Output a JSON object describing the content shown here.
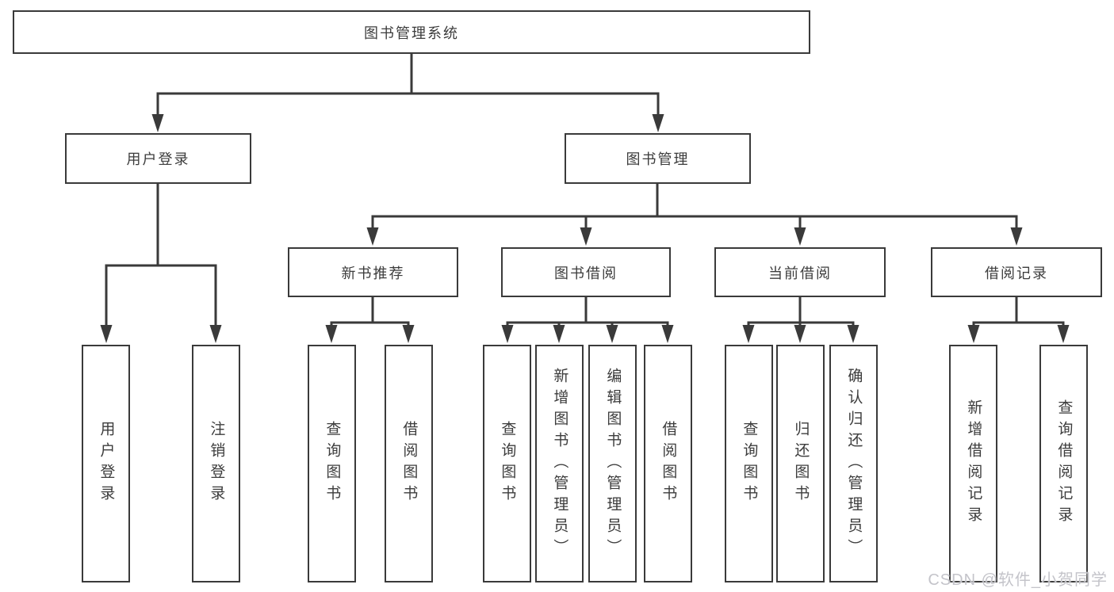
{
  "colors": {
    "line": "#3a3a3a",
    "box_border": "#3a3a3a",
    "text": "#3c3c3c",
    "background": "#ffffff",
    "watermark": "#c4c4ca"
  },
  "watermark": {
    "text": "CSDN @软件_小贺同学"
  },
  "tree": {
    "root": {
      "label": "图书管理系统"
    },
    "level2": [
      {
        "label": "用户登录",
        "parent": "图书管理系统"
      },
      {
        "label": "图书管理",
        "parent": "图书管理系统"
      }
    ],
    "level3": [
      {
        "label": "新书推荐",
        "parent": "图书管理"
      },
      {
        "label": "图书借阅",
        "parent": "图书管理"
      },
      {
        "label": "当前借阅",
        "parent": "图书管理"
      },
      {
        "label": "借阅记录",
        "parent": "图书管理"
      }
    ],
    "level4": [
      {
        "label": "用户登录",
        "parent": "用户登录"
      },
      {
        "label": "注销登录",
        "parent": "用户登录"
      },
      {
        "label": "查询图书",
        "parent": "新书推荐"
      },
      {
        "label": "借阅图书",
        "parent": "新书推荐"
      },
      {
        "label": "查询图书",
        "parent": "图书借阅"
      },
      {
        "label": "新增图书（管理员）",
        "parent": "图书借阅"
      },
      {
        "label": "编辑图书（管理员）",
        "parent": "图书借阅"
      },
      {
        "label": "借阅图书",
        "parent": "图书借阅"
      },
      {
        "label": "查询图书",
        "parent": "当前借阅"
      },
      {
        "label": "归还图书",
        "parent": "当前借阅"
      },
      {
        "label": "确认归还（管理员）",
        "parent": "当前借阅"
      },
      {
        "label": "新增借阅记录",
        "parent": "借阅记录"
      },
      {
        "label": "查询借阅记录",
        "parent": "借阅记录"
      }
    ]
  }
}
